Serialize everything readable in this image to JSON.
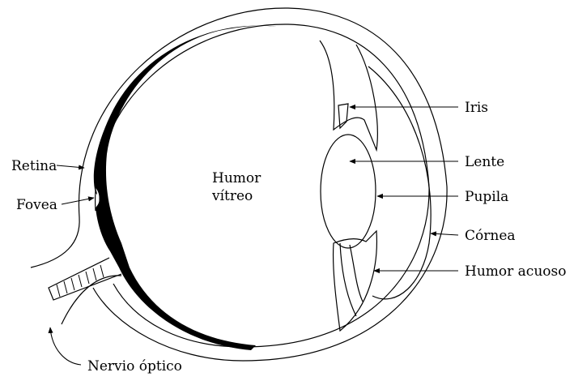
{
  "labels": {
    "retina": "Retina",
    "fovea": "Fovea",
    "vitreous_line1": "Humor",
    "vitreous_line2": "vítreo",
    "iris": "Iris",
    "lens": "Lente",
    "pupil": "Pupila",
    "cornea": "Córnea",
    "aqueous": "Humor acuoso",
    "optic_nerve": "Nervio óptico"
  }
}
